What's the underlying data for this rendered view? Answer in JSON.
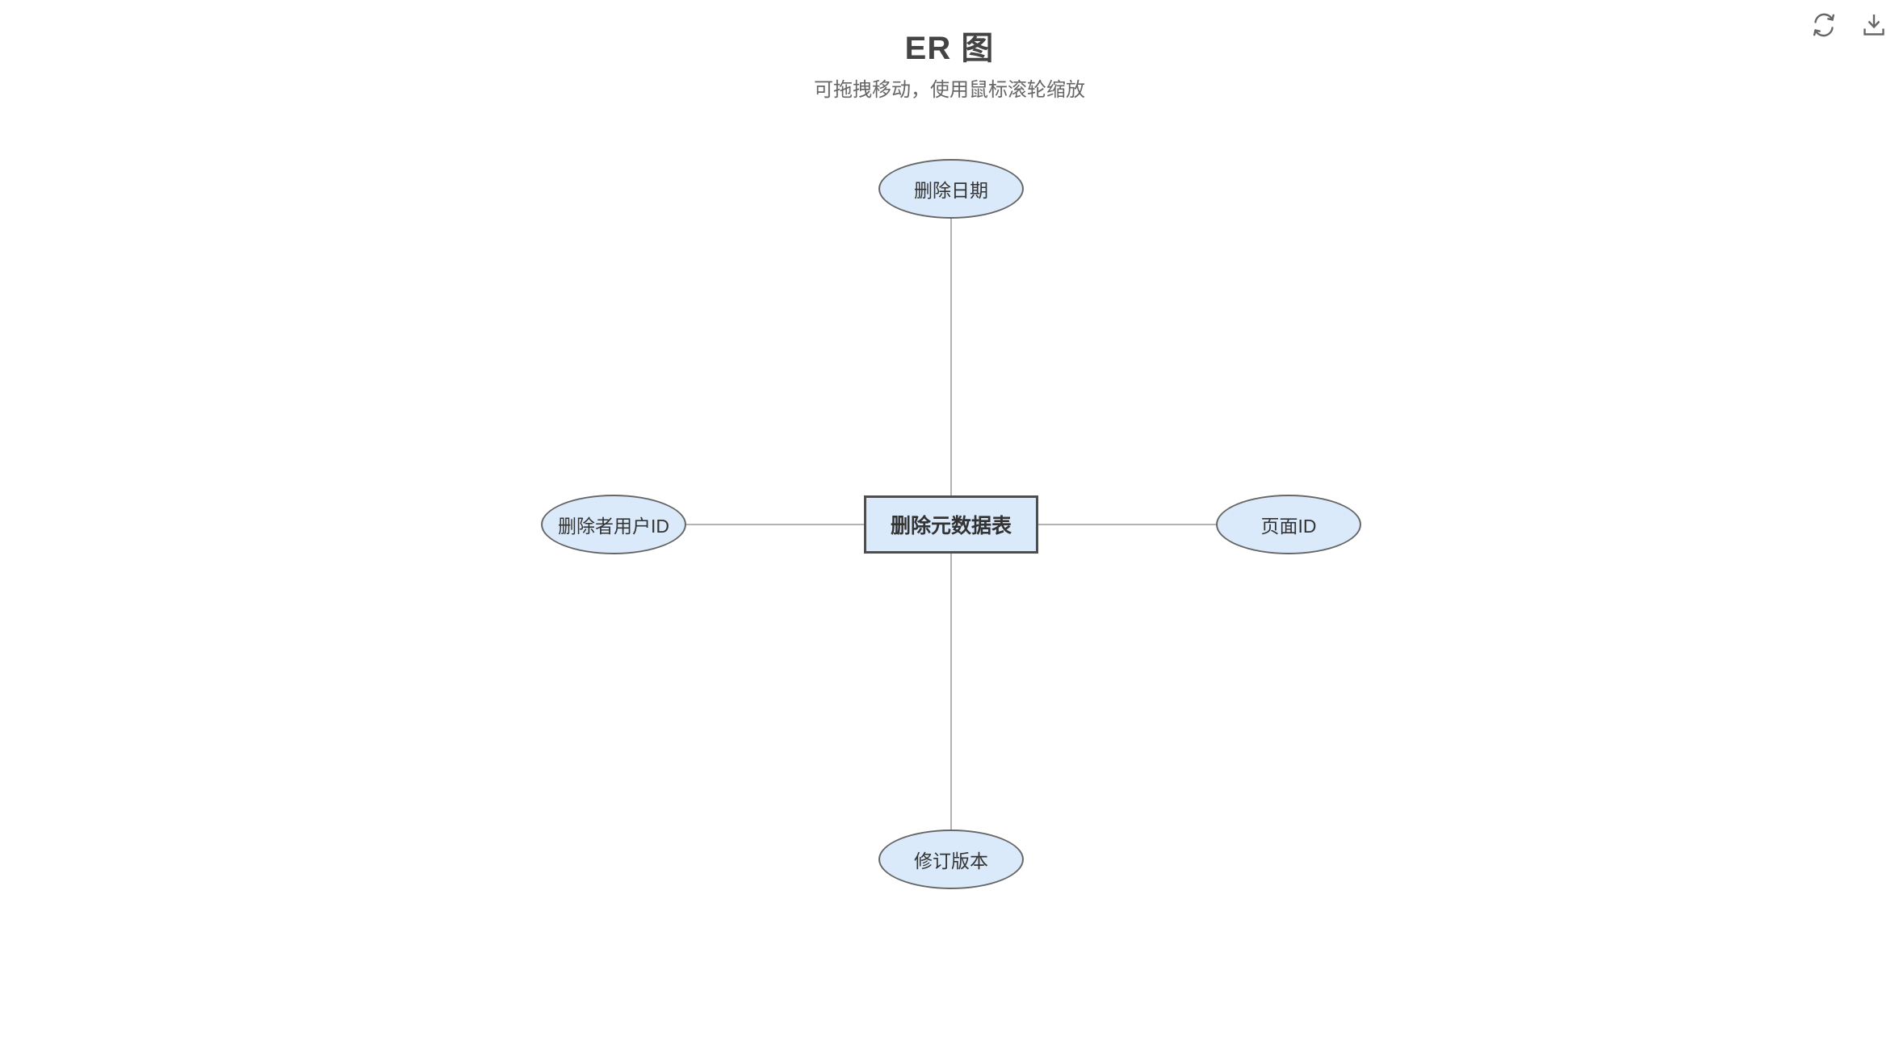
{
  "header": {
    "title": "ER 图",
    "subtitle": "可拖拽移动，使用鼠标滚轮缩放"
  },
  "toolbar": {
    "icons": [
      {
        "name": "refresh-icon",
        "action": "refresh"
      },
      {
        "name": "download-icon",
        "action": "download"
      }
    ],
    "icon_color": "#666666"
  },
  "diagram": {
    "type": "er-diagram",
    "entity": {
      "label": "删除元数据表",
      "shape": "rectangle",
      "fill": "#dbeafa",
      "border_color": "#4e4e4e",
      "text_color": "#333333"
    },
    "attributes": [
      {
        "label": "删除日期",
        "position": "top",
        "shape": "ellipse"
      },
      {
        "label": "删除者用户ID",
        "position": "left",
        "shape": "ellipse"
      },
      {
        "label": "页面ID",
        "position": "right",
        "shape": "ellipse"
      },
      {
        "label": "修订版本",
        "position": "bottom",
        "shape": "ellipse"
      }
    ],
    "attribute_style": {
      "fill": "#dbeafa",
      "border_color": "#666666",
      "text_color": "#333333"
    },
    "connector_color": "#b3b3b3"
  }
}
